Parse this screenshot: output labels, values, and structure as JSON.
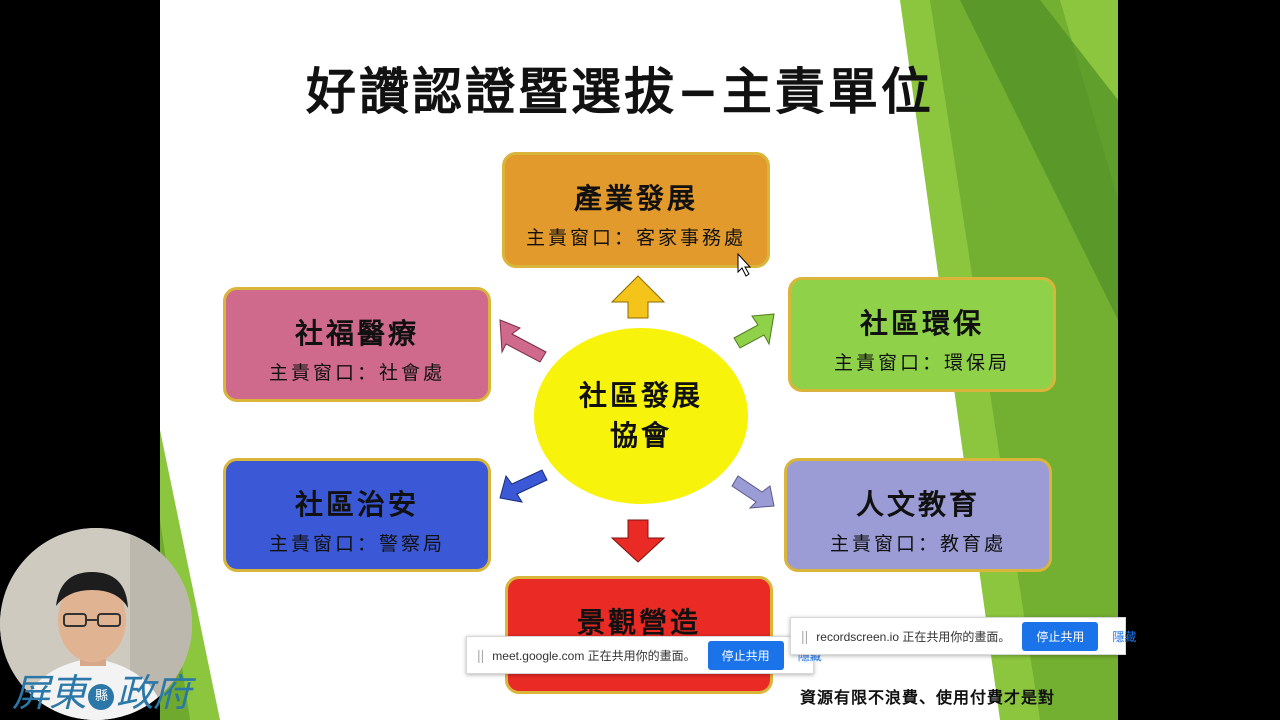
{
  "slide": {
    "title": "好讚認證暨選拔−主責單位",
    "center_line1": "社區發展",
    "center_line2": "協會",
    "boxes": {
      "top": {
        "name": "產業發展",
        "sub": "主責窗口：客家事務處",
        "color": "#e39a2d"
      },
      "right_top": {
        "name": "社區環保",
        "sub": "主責窗口：環保局",
        "color": "#8fd24a"
      },
      "left_top": {
        "name": "社福醫療",
        "sub": "主責窗口：社會處",
        "color": "#d06a8c"
      },
      "left_bottom": {
        "name": "社區治安",
        "sub": "主責窗口：警察局",
        "color": "#3b58d6"
      },
      "right_bottom": {
        "name": "人文教育",
        "sub": "主責窗口：教育處",
        "color": "#9b9bd6"
      },
      "bottom": {
        "name": "景觀營造",
        "color": "#ea2a24"
      }
    },
    "footer": "資源有限不浪費、使用付費才是對",
    "logo_text1": "屏東",
    "logo_seal": "縣",
    "logo_text2": "政府"
  },
  "share_bars": [
    {
      "grip": "||",
      "message": "meet.google.com 正在共用你的畫面。",
      "stop_label": "停止共用",
      "hide_label": "隱藏"
    },
    {
      "grip": "||",
      "message": "recordscreen.io 正在共用你的畫面。",
      "stop_label": "停止共用",
      "hide_label": "隱藏"
    }
  ],
  "colors": {
    "accent_blue": "#1a73e8",
    "arrow_top": "#f5c41a",
    "arrow_green": "#8fd24a",
    "arrow_pink": "#d06a8c",
    "arrow_blue": "#3b58d6",
    "arrow_lav": "#9b9bd6",
    "arrow_red": "#ea2a24"
  },
  "icons": {
    "pointer": "mouse-cursor-icon"
  }
}
